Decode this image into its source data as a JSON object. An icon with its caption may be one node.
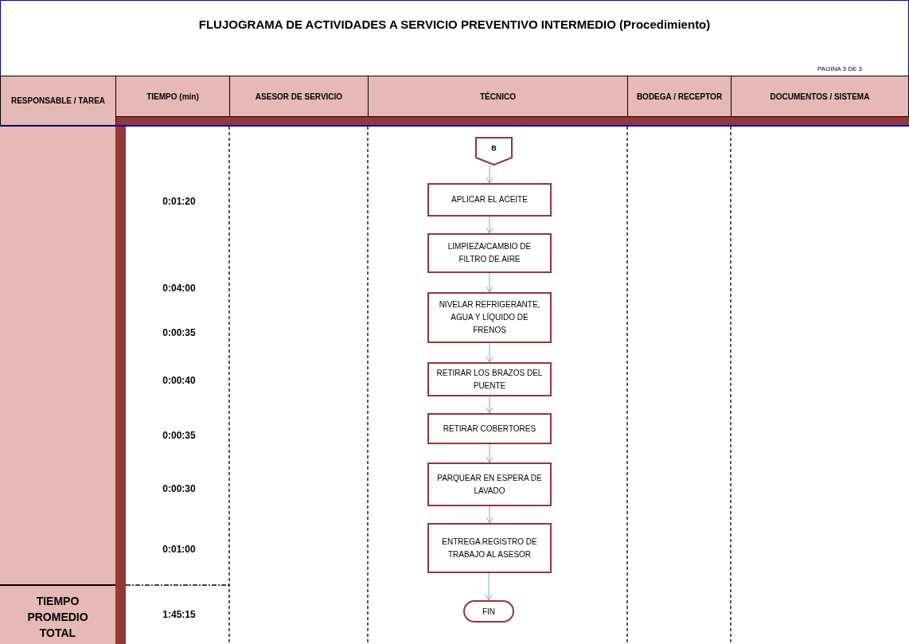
{
  "diagram": {
    "title": "FLUJOGRAMA DE ACTIVIDADES A SERVICIO PREVENTIVO INTERMEDIO (Procedimiento)",
    "nodes": [
      {
        "text": [
          "B"
        ]
      },
      {
        "text": [
          "APLICAR EL ACEITE"
        ]
      },
      {
        "text": [
          "LIMPIEZA/CAMBIO DE FILTRO DE AIRE"
        ]
      },
      {
        "text": [
          "NIVELAR REFRIGERANTE, AGUA Y LÍQUIDO DE FRENOS"
        ]
      },
      {
        "text": [
          "RETIRAR LOS BRAZOS DEL PUENTE"
        ]
      },
      {
        "text": [
          "RETIRAR COBERTORES"
        ]
      },
      {
        "text": [
          "PARQUEAR EN ESPERA DE LAVADO"
        ]
      },
      {
        "text": [
          "ENTREGA REGISTRO DE TRABAJO AL ASESOR"
        ]
      },
      {
        "text": [
          "FIN"
        ]
      }
    ],
    "edges": [
      {
        "from": 0,
        "to": 1,
        "arrow": "to"
      },
      {
        "from": 1,
        "to": 2,
        "arrow": "to"
      },
      {
        "from": 2,
        "to": 3,
        "arrow": "to"
      },
      {
        "from": 3,
        "to": 4,
        "arrow": "to"
      },
      {
        "from": 4,
        "to": 5,
        "arrow": "to"
      },
      {
        "from": 5,
        "to": 6,
        "arrow": "to"
      },
      {
        "from": 6,
        "to": 7,
        "arrow": "to"
      },
      {
        "from": 7,
        "to": 8,
        "arrow": "to"
      }
    ],
    "labels": [
      "PAGINA 3 DE 3",
      "RESPONSABLE / TAREA",
      "TIEMPO (min)",
      "ASESOR DE SERVICIO",
      "TÉCNICO",
      "BODEGA / RECEPTOR",
      "DOCUMENTOS / SISTEMA",
      "0:01:20",
      "0:04:00",
      "0:00:35",
      "0:00:40",
      "0:00:35",
      "0:00:30",
      "0:01:00",
      "TIEMPO PROMEDIO TOTAL",
      "1:45:15"
    ]
  }
}
